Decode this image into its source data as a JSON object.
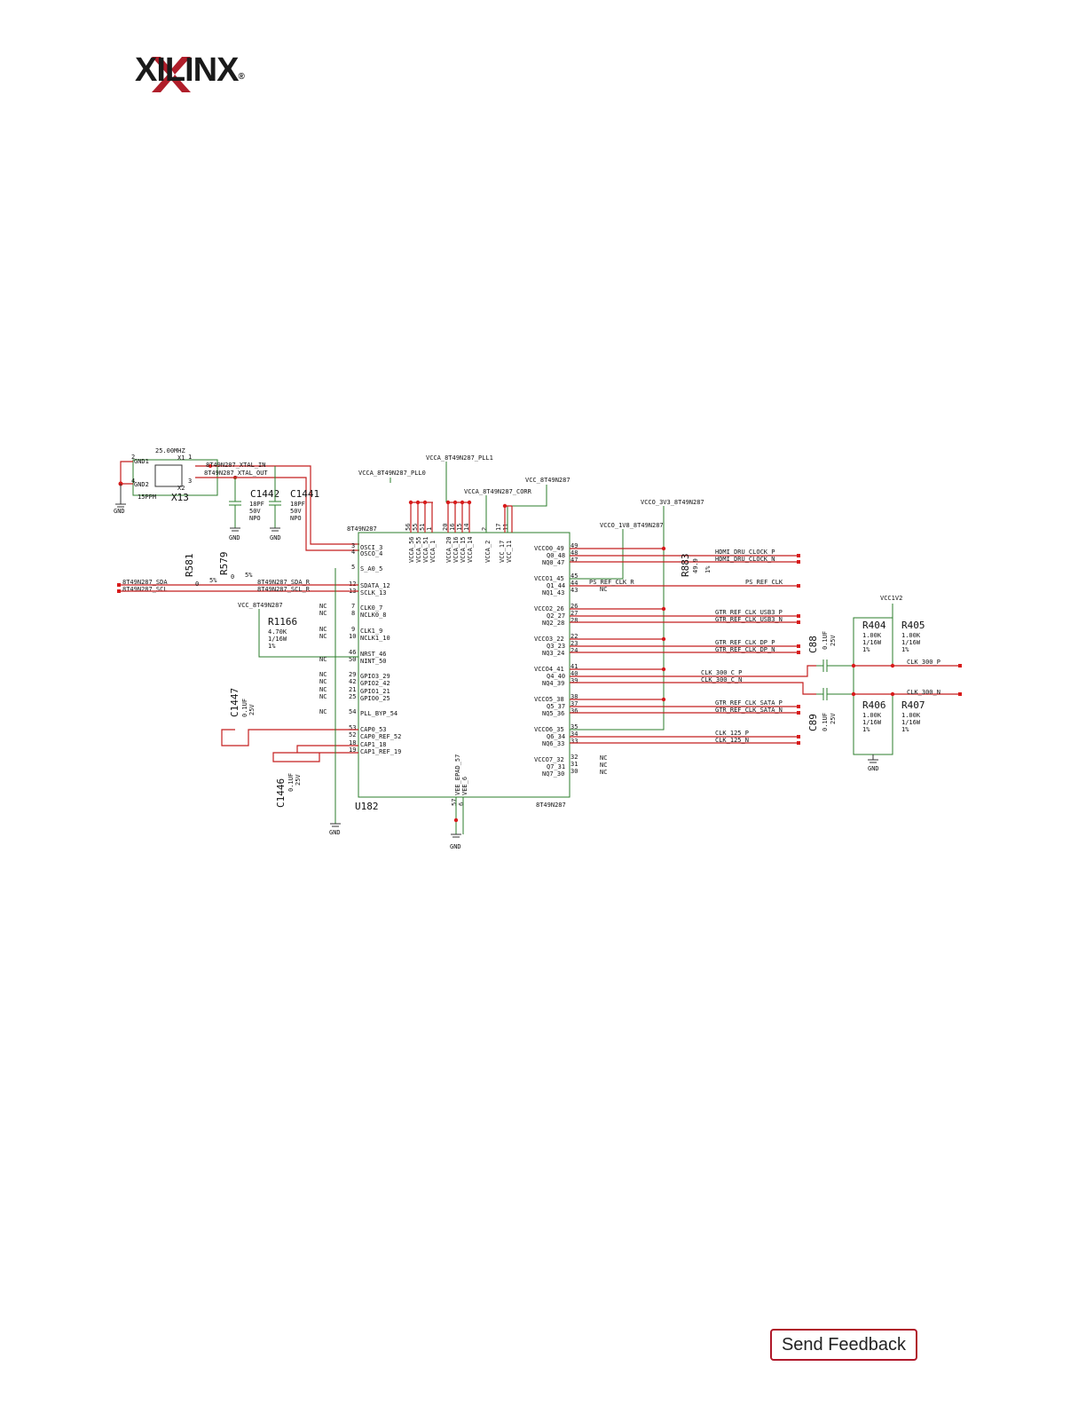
{
  "logo": {
    "text": "XILINX",
    "reg": "®"
  },
  "schematic": {
    "crystal": {
      "ref": "X13",
      "freq": "25.00MHZ",
      "ppm": "15PPM",
      "x1": "X1",
      "x2": "X2",
      "gnd1": "GND1",
      "gnd2": "GND2",
      "p2": "2",
      "p4": "4",
      "p1": "1",
      "p3": "3"
    },
    "nets": {
      "xtal_in": "8T49N287_XTAL_IN",
      "xtal_out": "8T49N287_XTAL_OUT",
      "vcca_pll1": "VCCA_8T49N287_PLL1",
      "vcca_pll0": "VCCA_8T49N287_PLL0",
      "vcca_corr": "VCCA_8T49N287_CORR",
      "vcc": "VCC_8T49N287",
      "vcco_3v3": "VCCO_3V3_8T49N287",
      "vcco_1v8": "VCCO_1V8_8T49N287",
      "vcc_left": "VCC_8T49N287",
      "vcc1v2": "VCC1V2",
      "sda": "8T49N287_SDA",
      "scl": "8T49N287_SCL",
      "sda_r": "8T49N287_SDA_R",
      "scl_r": "8T49N287_SCL_R",
      "hdmi_p": "HDMI_DRU_CLOCK_P",
      "hdmi_n": "HDMI_DRU_CLOCK_N",
      "ps_ref_r": "PS_REF_CLK_R",
      "ps_ref": "PS_REF_CLK",
      "usb3_p": "GTR_REF_CLK_USB3_P",
      "usb3_n": "GTR_REF_CLK_USB3_N",
      "dp_p": "GTR_REF_CLK_DP_P",
      "dp_n": "GTR_REF_CLK_DP_N",
      "c300_c_p": "CLK_300_C_P",
      "c300_c_n": "CLK_300_C_N",
      "c300_p": "CLK_300_P",
      "c300_n": "CLK_300_N",
      "sata_p": "GTR_REF_CLK_SATA_P",
      "sata_n": "GTR_REF_CLK_SATA_N",
      "c125_p": "CLK_125_P",
      "c125_n": "CLK_125_N",
      "gnd": "GND",
      "nc": "NC"
    },
    "caps": {
      "c1442": {
        "ref": "C1442",
        "v1": "18PF",
        "v2": "50V",
        "v3": "NPO"
      },
      "c1441": {
        "ref": "C1441",
        "v1": "18PF",
        "v2": "50V",
        "v3": "NPO"
      },
      "c1447": {
        "ref": "C1447",
        "v1": "0.1UF",
        "v2": "25V"
      },
      "c1446": {
        "ref": "C1446",
        "v1": "0.1UF",
        "v2": "25V"
      },
      "c88": {
        "ref": "C88",
        "v1": "0.1UF",
        "v2": "25V"
      },
      "c89": {
        "ref": "C89",
        "v1": "0.1UF",
        "v2": "25V"
      }
    },
    "res": {
      "r581": {
        "ref": "R581",
        "v": "0",
        "t": "5%"
      },
      "r579": {
        "ref": "R579",
        "v": "0",
        "t": "5%"
      },
      "r1166": {
        "ref": "R1166",
        "v1": "4.70K",
        "v2": "1/16W",
        "v3": "1%"
      },
      "r883": {
        "ref": "R883",
        "v": "49.9",
        "t": "1%"
      },
      "r404": {
        "ref": "R404",
        "v1": "1.00K",
        "v2": "1/16W",
        "v3": "1%"
      },
      "r405": {
        "ref": "R405",
        "v1": "1.00K",
        "v2": "1/16W",
        "v3": "1%"
      },
      "r406": {
        "ref": "R406",
        "v1": "1.00K",
        "v2": "1/16W",
        "v3": "1%"
      },
      "r407": {
        "ref": "R407",
        "v1": "1.00K",
        "v2": "1/16W",
        "v3": "1%"
      }
    },
    "ic": {
      "ref": "U182",
      "part": "8T49N287",
      "left_pins": [
        "OSCI_3",
        "OSCO_4",
        "S_A0_5",
        "SDATA_12",
        "SCLK_13",
        "CLK0_7",
        "NCLK0_8",
        "CLK1_9",
        "NCLK1_10",
        "NRST_46",
        "NINT_50",
        "GPIO3_29",
        "GPIO2_42",
        "GPIO1_21",
        "GPIO0_25",
        "PLL_BYP_54",
        "CAP0_53",
        "CAP0_REF_52",
        "CAP1_18",
        "CAP1_REF_19"
      ],
      "left_nums": [
        "3",
        "4",
        "5",
        "12",
        "13",
        "7",
        "8",
        "9",
        "10",
        "46",
        "50",
        "29",
        "42",
        "21",
        "25",
        "54",
        "53",
        "52",
        "18",
        "19"
      ],
      "top_pins": [
        "VCCA_56",
        "VCCA_55",
        "VCCA_51",
        "VCCA_1",
        "VCCA_20",
        "VCCA_16",
        "VCCA_15",
        "VCCA_14",
        "VCCA_2",
        "VCC_17",
        "VCC_11"
      ],
      "top_nums": [
        "56",
        "55",
        "51",
        "1",
        "20",
        "16",
        "15",
        "14",
        "2",
        "17",
        "11"
      ],
      "right_pins": [
        "VCCO0_49",
        "Q0_48",
        "NQ0_47",
        "VCCO1_45",
        "Q1_44",
        "NQ1_43",
        "VCCO2_26",
        "Q2_27",
        "NQ2_28",
        "VCCO3_22",
        "Q3_23",
        "NQ3_24",
        "VCCO4_41",
        "Q4_40",
        "NQ4_39",
        "VCCO5_38",
        "Q5_37",
        "NQ5_36",
        "VCCO6_35",
        "Q6_34",
        "NQ6_33",
        "VCCO7_32",
        "Q7_31",
        "NQ7_30"
      ],
      "right_nums": [
        "49",
        "48",
        "47",
        "45",
        "44",
        "43",
        "26",
        "27",
        "28",
        "22",
        "23",
        "24",
        "41",
        "40",
        "39",
        "38",
        "37",
        "36",
        "35",
        "34",
        "33",
        "32",
        "31",
        "30"
      ],
      "bottom_pins": [
        "VEE_EPAD_57",
        "VEE_6"
      ],
      "bottom_nums": [
        "57",
        "6"
      ]
    }
  },
  "feedback": {
    "label": "Send Feedback"
  }
}
